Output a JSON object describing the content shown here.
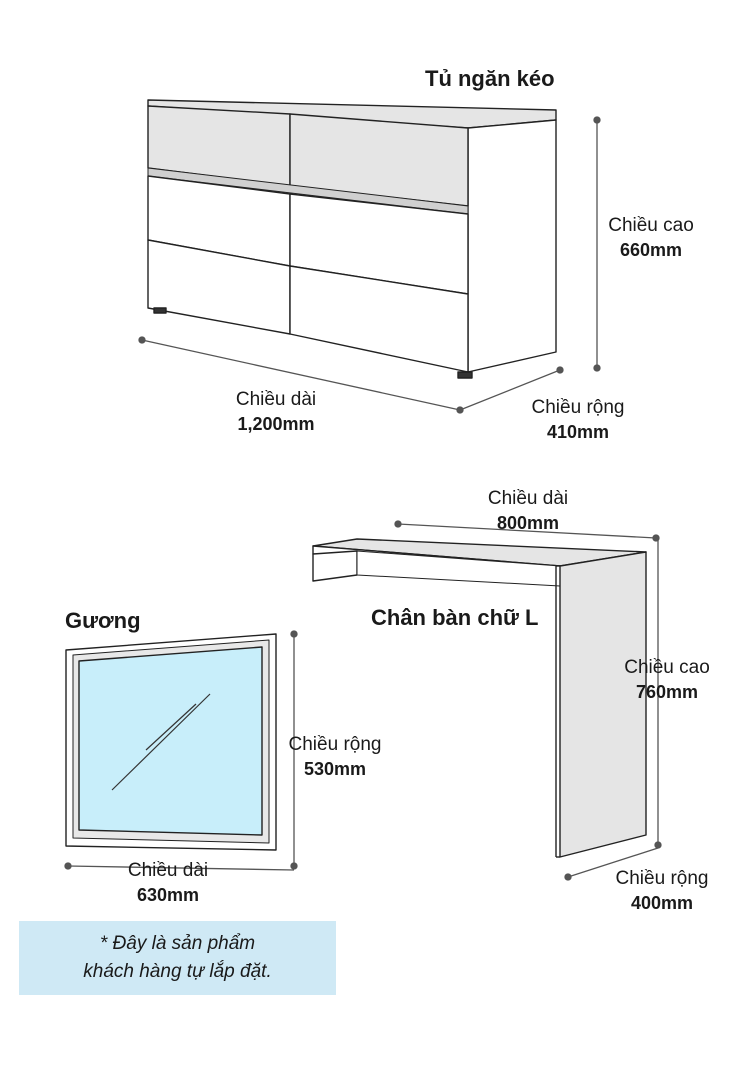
{
  "colors": {
    "panel": "#e5e5e5",
    "line": "#222222",
    "dim": "#555555",
    "glass": "#c8eefa",
    "note_bg": "#cfe9f5"
  },
  "dresser": {
    "title": "Tủ ngăn kéo",
    "height": {
      "label": "Chiều cao",
      "value": "660mm"
    },
    "length": {
      "label": "Chiều dài",
      "value": "1,200mm"
    },
    "depth": {
      "label": "Chiều rộng",
      "value": "410mm"
    }
  },
  "desk_leg": {
    "title": "Chân bàn chữ L",
    "length": {
      "label": "Chiều dài",
      "value": "800mm"
    },
    "height": {
      "label": "Chiều cao",
      "value": "760mm"
    },
    "depth": {
      "label": "Chiều rộng",
      "value": "400mm"
    }
  },
  "mirror": {
    "title": "Gương",
    "height": {
      "label": "Chiều rộng",
      "value": "530mm"
    },
    "length": {
      "label": "Chiều dài",
      "value": "630mm"
    }
  },
  "note": {
    "line1": "* Đây là sản phẩm",
    "line2": "khách hàng tự lắp đặt."
  }
}
